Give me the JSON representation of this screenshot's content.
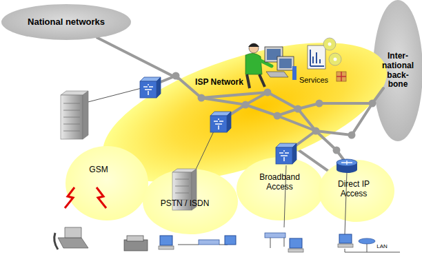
{
  "diagram": {
    "nodes": [
      {
        "text": [
          "National networks"
        ]
      },
      {
        "text": [
          "Inter- national back- bone"
        ]
      },
      {
        "text": [
          "ISP Network"
        ]
      },
      {
        "text": [
          "GSM"
        ]
      },
      {
        "text": [
          "PSTN / ISDN"
        ]
      },
      {
        "text": [
          "Broadband Access"
        ]
      },
      {
        "text": [
          "Direct IP Access"
        ]
      }
    ],
    "edges": [
      {
        "from": 0,
        "to": 2,
        "arrow": "none"
      },
      {
        "from": 2,
        "to": 1,
        "arrow": "none"
      },
      {
        "from": 2,
        "to": 3,
        "arrow": "none"
      },
      {
        "from": 2,
        "to": 4,
        "arrow": "none"
      },
      {
        "from": 2,
        "to": 5,
        "arrow": "none"
      },
      {
        "from": 2,
        "to": 6,
        "arrow": "none"
      }
    ],
    "labels": [
      "Services",
      "LAN"
    ]
  }
}
